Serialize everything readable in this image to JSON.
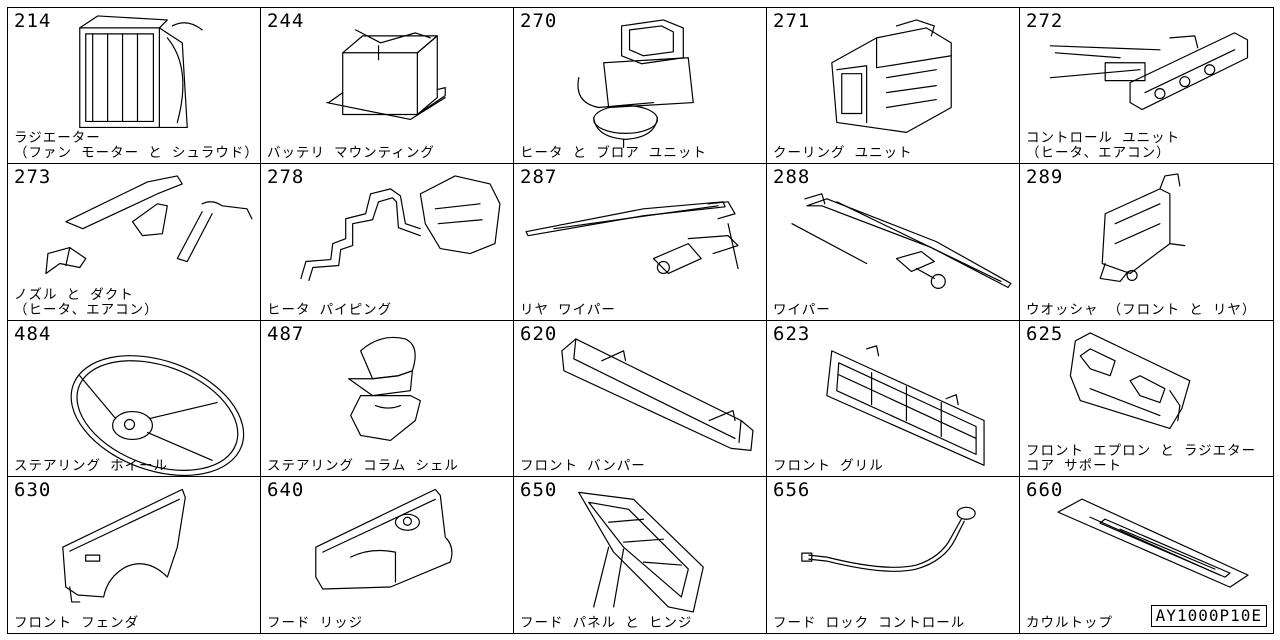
{
  "reference_code": "AY1000P10E",
  "parts": [
    {
      "code": "214",
      "label": "ラジエーター\n（ファン モーター と シュラウド）",
      "icon": "radiator-icon"
    },
    {
      "code": "244",
      "label": "バッテリ マウンティング",
      "icon": "battery-icon"
    },
    {
      "code": "270",
      "label": "ヒータ と ブロア ユニット",
      "icon": "heater-blower-icon"
    },
    {
      "code": "271",
      "label": "クーリング ユニット",
      "icon": "cooling-unit-icon"
    },
    {
      "code": "272",
      "label": "コントロール ユニット\n（ヒータ、エアコン）",
      "icon": "control-unit-icon"
    },
    {
      "code": "273",
      "label": "ノズル と ダクト\n（ヒータ、エアコン）",
      "icon": "nozzle-duct-icon"
    },
    {
      "code": "278",
      "label": "ヒータ パイピング",
      "icon": "heater-piping-icon"
    },
    {
      "code": "287",
      "label": "リヤ ワイパー",
      "icon": "rear-wiper-icon"
    },
    {
      "code": "288",
      "label": "ワイパー",
      "icon": "wiper-icon"
    },
    {
      "code": "289",
      "label": "ウオッシャ （フロント と リヤ）",
      "icon": "washer-tank-icon"
    },
    {
      "code": "484",
      "label": "ステアリング ホイール",
      "icon": "steering-wheel-icon"
    },
    {
      "code": "487",
      "label": "ステアリング コラム シェル",
      "icon": "column-shell-icon"
    },
    {
      "code": "620",
      "label": "フロント バンパー",
      "icon": "bumper-icon"
    },
    {
      "code": "623",
      "label": "フロント グリル",
      "icon": "grille-icon"
    },
    {
      "code": "625",
      "label": "フロント エプロン と ラジエター\nコア サポート",
      "icon": "apron-icon"
    },
    {
      "code": "630",
      "label": "フロント フェンダ",
      "icon": "fender-icon"
    },
    {
      "code": "640",
      "label": "フード リッジ",
      "icon": "hood-ledge-icon"
    },
    {
      "code": "650",
      "label": "フード パネル と ヒンジ",
      "icon": "hood-panel-icon"
    },
    {
      "code": "656",
      "label": "フード ロック コントロール",
      "icon": "hood-lock-cable-icon"
    },
    {
      "code": "660",
      "label": "カウルトップ",
      "icon": "cowl-top-icon"
    }
  ]
}
